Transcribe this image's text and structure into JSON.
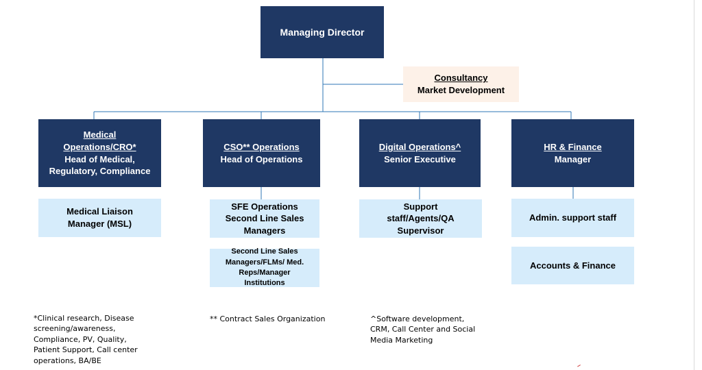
{
  "top": {
    "title": "Managing Director"
  },
  "consultancy": {
    "title": "Consultancy",
    "subtitle": "Market Development"
  },
  "departments": {
    "medical": {
      "title_line1": "Medical",
      "title_line2": "Operations/CRO*",
      "role_line1": "Head of Medical,",
      "role_line2": "Regulatory, Compliance"
    },
    "cso": {
      "title": "CSO** Operations",
      "role": "Head of Operations"
    },
    "digital": {
      "title": "Digital Operations^",
      "role": "Senior Executive"
    },
    "hr": {
      "title": "HR & Finance",
      "role": "Manager"
    }
  },
  "sub_boxes": {
    "msl": {
      "line1": "Medical Liaison",
      "line2": "Manager (MSL)"
    },
    "sfe": {
      "line1": "SFE Operations",
      "line2": "Second Line Sales",
      "line3": "Managers"
    },
    "reps": {
      "line1": "Second Line Sales",
      "line2": "Managers/FLMs/ Med.",
      "line3": "Reps/Manager",
      "line4": "Institutions"
    },
    "support": {
      "line1": "Support",
      "line2": "staff/Agents/QA",
      "line3": "Supervisor"
    },
    "admin": {
      "text": "Admin. support staff"
    },
    "accounts": {
      "text": "Accounts & Finance"
    }
  },
  "footnotes": {
    "cro": [
      "*Clinical research, Disease",
      "screening/awareness,",
      "Compliance, PV, Quality,",
      "Patient Support, Call center",
      "operations, BA/BE"
    ],
    "cso": "** Contract Sales Organization",
    "digital": [
      "^Software development,",
      "CRM, Call Center and Social",
      "Media Marketing"
    ]
  },
  "colors": {
    "dark_box": "#1f3864",
    "light_box": "#d6ecfb",
    "consultancy_box": "#fdf1e8",
    "connector": "#2e75b6"
  }
}
